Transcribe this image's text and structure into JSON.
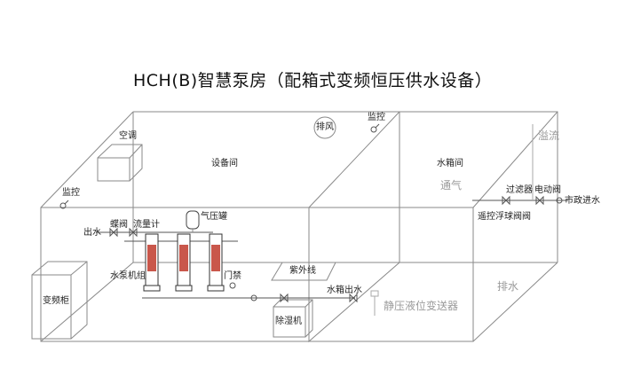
{
  "title": "HCH(B)智慧泵房（配箱式变频恒压供水设备）",
  "labels": {
    "exhaust_fan": "排风",
    "monitor_top": "监控",
    "aircon": "空调",
    "equipment_room": "设备间",
    "water_tank_room": "水箱间",
    "overflow": "溢流",
    "monitor_left": "监控",
    "ventilation": "通气",
    "filter": "过滤器",
    "electric_valve": "电动阀",
    "municipal_inlet": "市政进水",
    "remote_float_valve": "遥控浮球阀阀",
    "butterfly_valve": "蝶阀",
    "flow_meter": "流量计",
    "pressure_tank": "气压罐",
    "water_outlet": "出水",
    "pump_unit": "水泵机组",
    "access_control": "门禁",
    "uv_sterilizer": "紫外线",
    "tank_outlet": "水箱出水",
    "drain": "排水",
    "vfd_cabinet": "变频柜",
    "level_transmitter": "静压液位变送器",
    "dehumidifier": "除湿机"
  },
  "colors": {
    "line": "#8a8a8a",
    "dark": "#333333",
    "pump_red": "#c0392b",
    "gray_text": "#9a9a9a"
  }
}
